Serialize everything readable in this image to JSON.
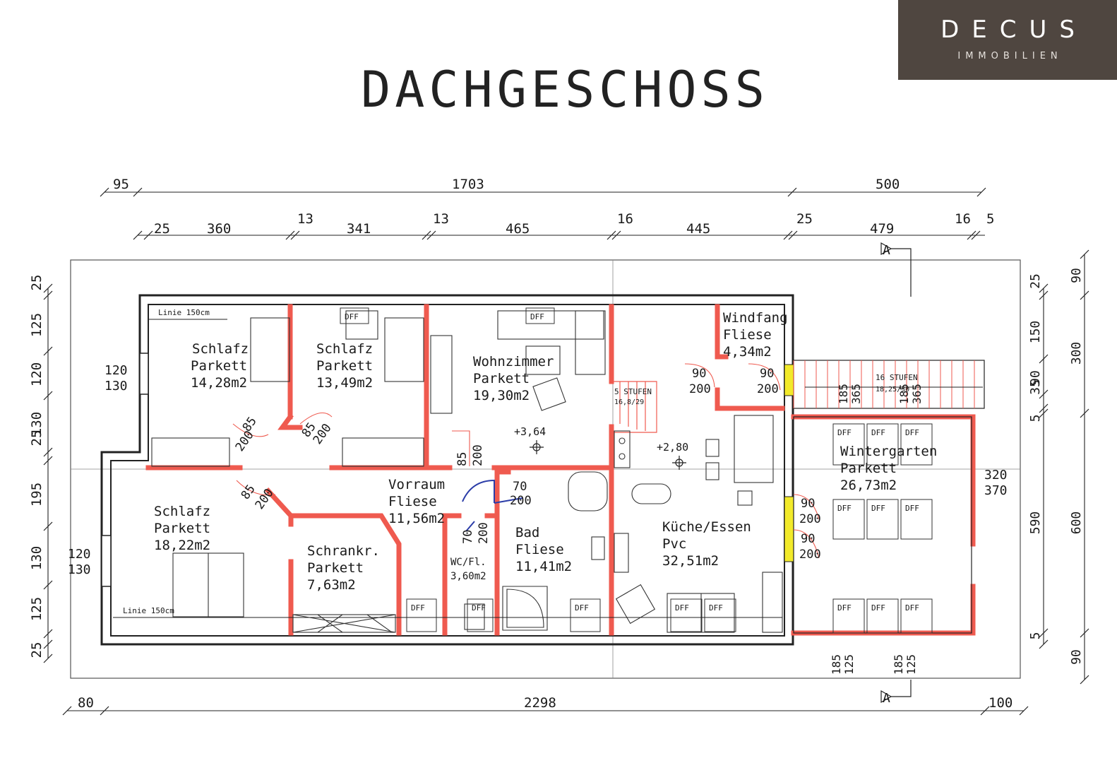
{
  "logo": {
    "brand": "DECUS",
    "sub": "IMMOBILIEN"
  },
  "title": "DACHGESCHOSS",
  "dims_top": {
    "row1": [
      "95",
      "1703",
      "500"
    ],
    "row2": [
      "25",
      "360",
      "13",
      "341",
      "13",
      "465",
      "16",
      "445",
      "25",
      "479",
      "16",
      "5"
    ]
  },
  "dims_bottom": [
    "80",
    "2298",
    "100"
  ],
  "dims_left": [
    "25",
    "125",
    "120",
    "130",
    "25",
    "195",
    "130",
    "125",
    "25"
  ],
  "dims_right_a": [
    "25",
    "150",
    "90",
    "35",
    "5",
    "590",
    "5"
  ],
  "dims_right_b": [
    "90",
    "300",
    "600",
    "90"
  ],
  "windows": [
    {
      "w": "120",
      "h": "130"
    },
    {
      "w": "120",
      "h": "130"
    },
    {
      "w": "320",
      "h": "370"
    }
  ],
  "rooms": [
    {
      "name": "Schlafz",
      "floor": "Parkett",
      "area": "14,28m2"
    },
    {
      "name": "Schlafz",
      "floor": "Parkett",
      "area": "13,49m2"
    },
    {
      "name": "Wohnzimmer",
      "floor": "Parkett",
      "area": "19,30m2"
    },
    {
      "name": "Windfang",
      "floor": "Fliese",
      "area": "4,34m2"
    },
    {
      "name": "Wintergarten",
      "floor": "Parkett",
      "area": "26,73m2"
    },
    {
      "name": "Schlafz",
      "floor": "Parkett",
      "area": "18,22m2"
    },
    {
      "name": "Vorraum",
      "floor": "Fliese",
      "area": "11,56m2"
    },
    {
      "name": "Schrankr.",
      "floor": "Parkett",
      "area": "7,63m2"
    },
    {
      "name": "WC/Fl.",
      "floor": "",
      "area": "3,60m2"
    },
    {
      "name": "Bad",
      "floor": "Fliese",
      "area": "11,41m2"
    },
    {
      "name": "Küche/Essen",
      "floor": "Pvc",
      "area": "32,51m2"
    }
  ],
  "doors": [
    {
      "w": "90",
      "h": "200"
    },
    {
      "w": "90",
      "h": "200"
    },
    {
      "w": "85",
      "h": "200"
    },
    {
      "w": "85",
      "h": "200"
    },
    {
      "w": "85",
      "h": "200"
    },
    {
      "w": "85",
      "h": "200"
    },
    {
      "w": "70",
      "h": "200"
    },
    {
      "w": "70",
      "h": "200"
    },
    {
      "w": "90",
      "h": "200"
    },
    {
      "w": "90",
      "h": "200"
    }
  ],
  "labels": {
    "line_150": "Linie 150cm",
    "stairs_5": "5 STUFEN",
    "stairs_5_sub": "16,8/29",
    "stairs_16": "16 STUFEN",
    "stairs_16_sub": "18,25/30",
    "level_1": "+3,64",
    "level_2": "+2,80",
    "dff": "DFF",
    "section": "A",
    "stair_dims": [
      "185",
      "365",
      "185",
      "365"
    ],
    "wg_dims": [
      "185",
      "125",
      "185",
      "125"
    ]
  },
  "colors": {
    "wall": "#222222",
    "partition": "#ef5a4f",
    "door_glass": "#f2ea2a",
    "logo_bg": "#4f4640"
  }
}
